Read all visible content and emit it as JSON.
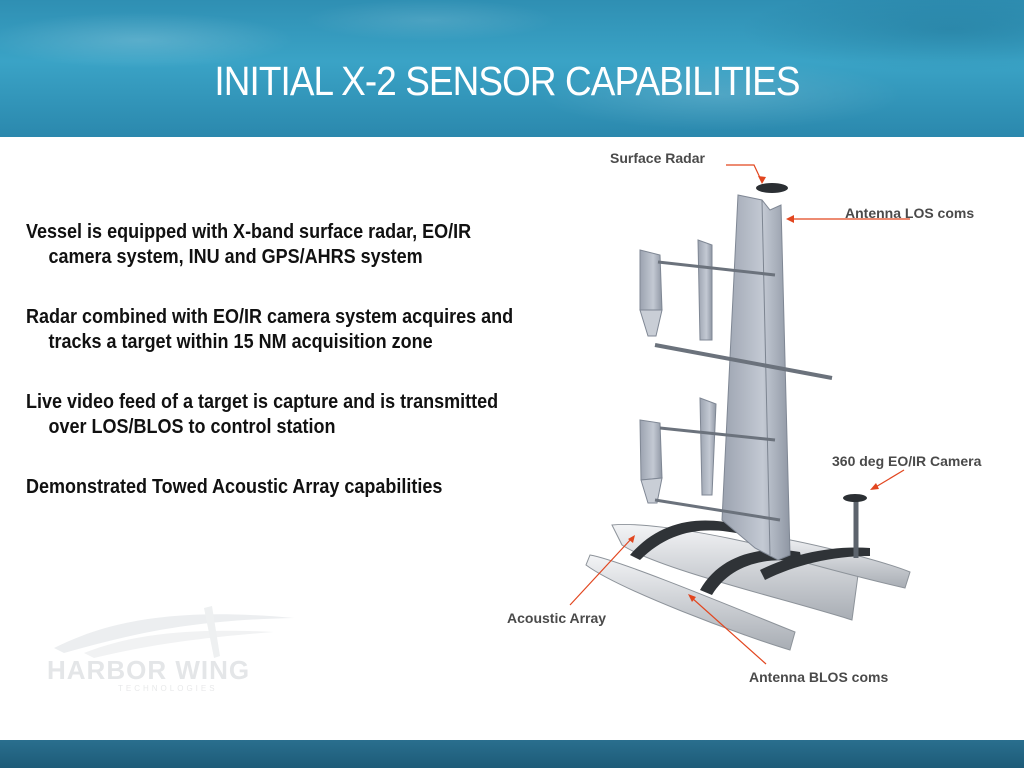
{
  "slide": {
    "title": "INITIAL X-2 SENSOR CAPABILITIES",
    "bullets": [
      "Vessel is equipped with X-band surface radar, EO/IR camera system,  INU and GPS/AHRS system",
      "Radar combined with EO/IR camera system acquires and tracks a target within 15 NM acquisition zone",
      "Live video feed of a target is capture and is transmitted over LOS/BLOS to control station",
      "Demonstrated Towed Acoustic Array capabilities"
    ],
    "labels": {
      "surface_radar": "Surface Radar",
      "antenna_los": "Antenna LOS coms",
      "camera": "360 deg EO/IR Camera",
      "acoustic_array": "Acoustic Array",
      "antenna_blos": "Antenna BLOS coms"
    },
    "logo": {
      "name": "HARBOR WING",
      "subtitle": "TECHNOLOGIES"
    }
  },
  "colors": {
    "header": "#2f8fb3",
    "footer": "#1d5b78",
    "arrow": "#e2461f"
  }
}
